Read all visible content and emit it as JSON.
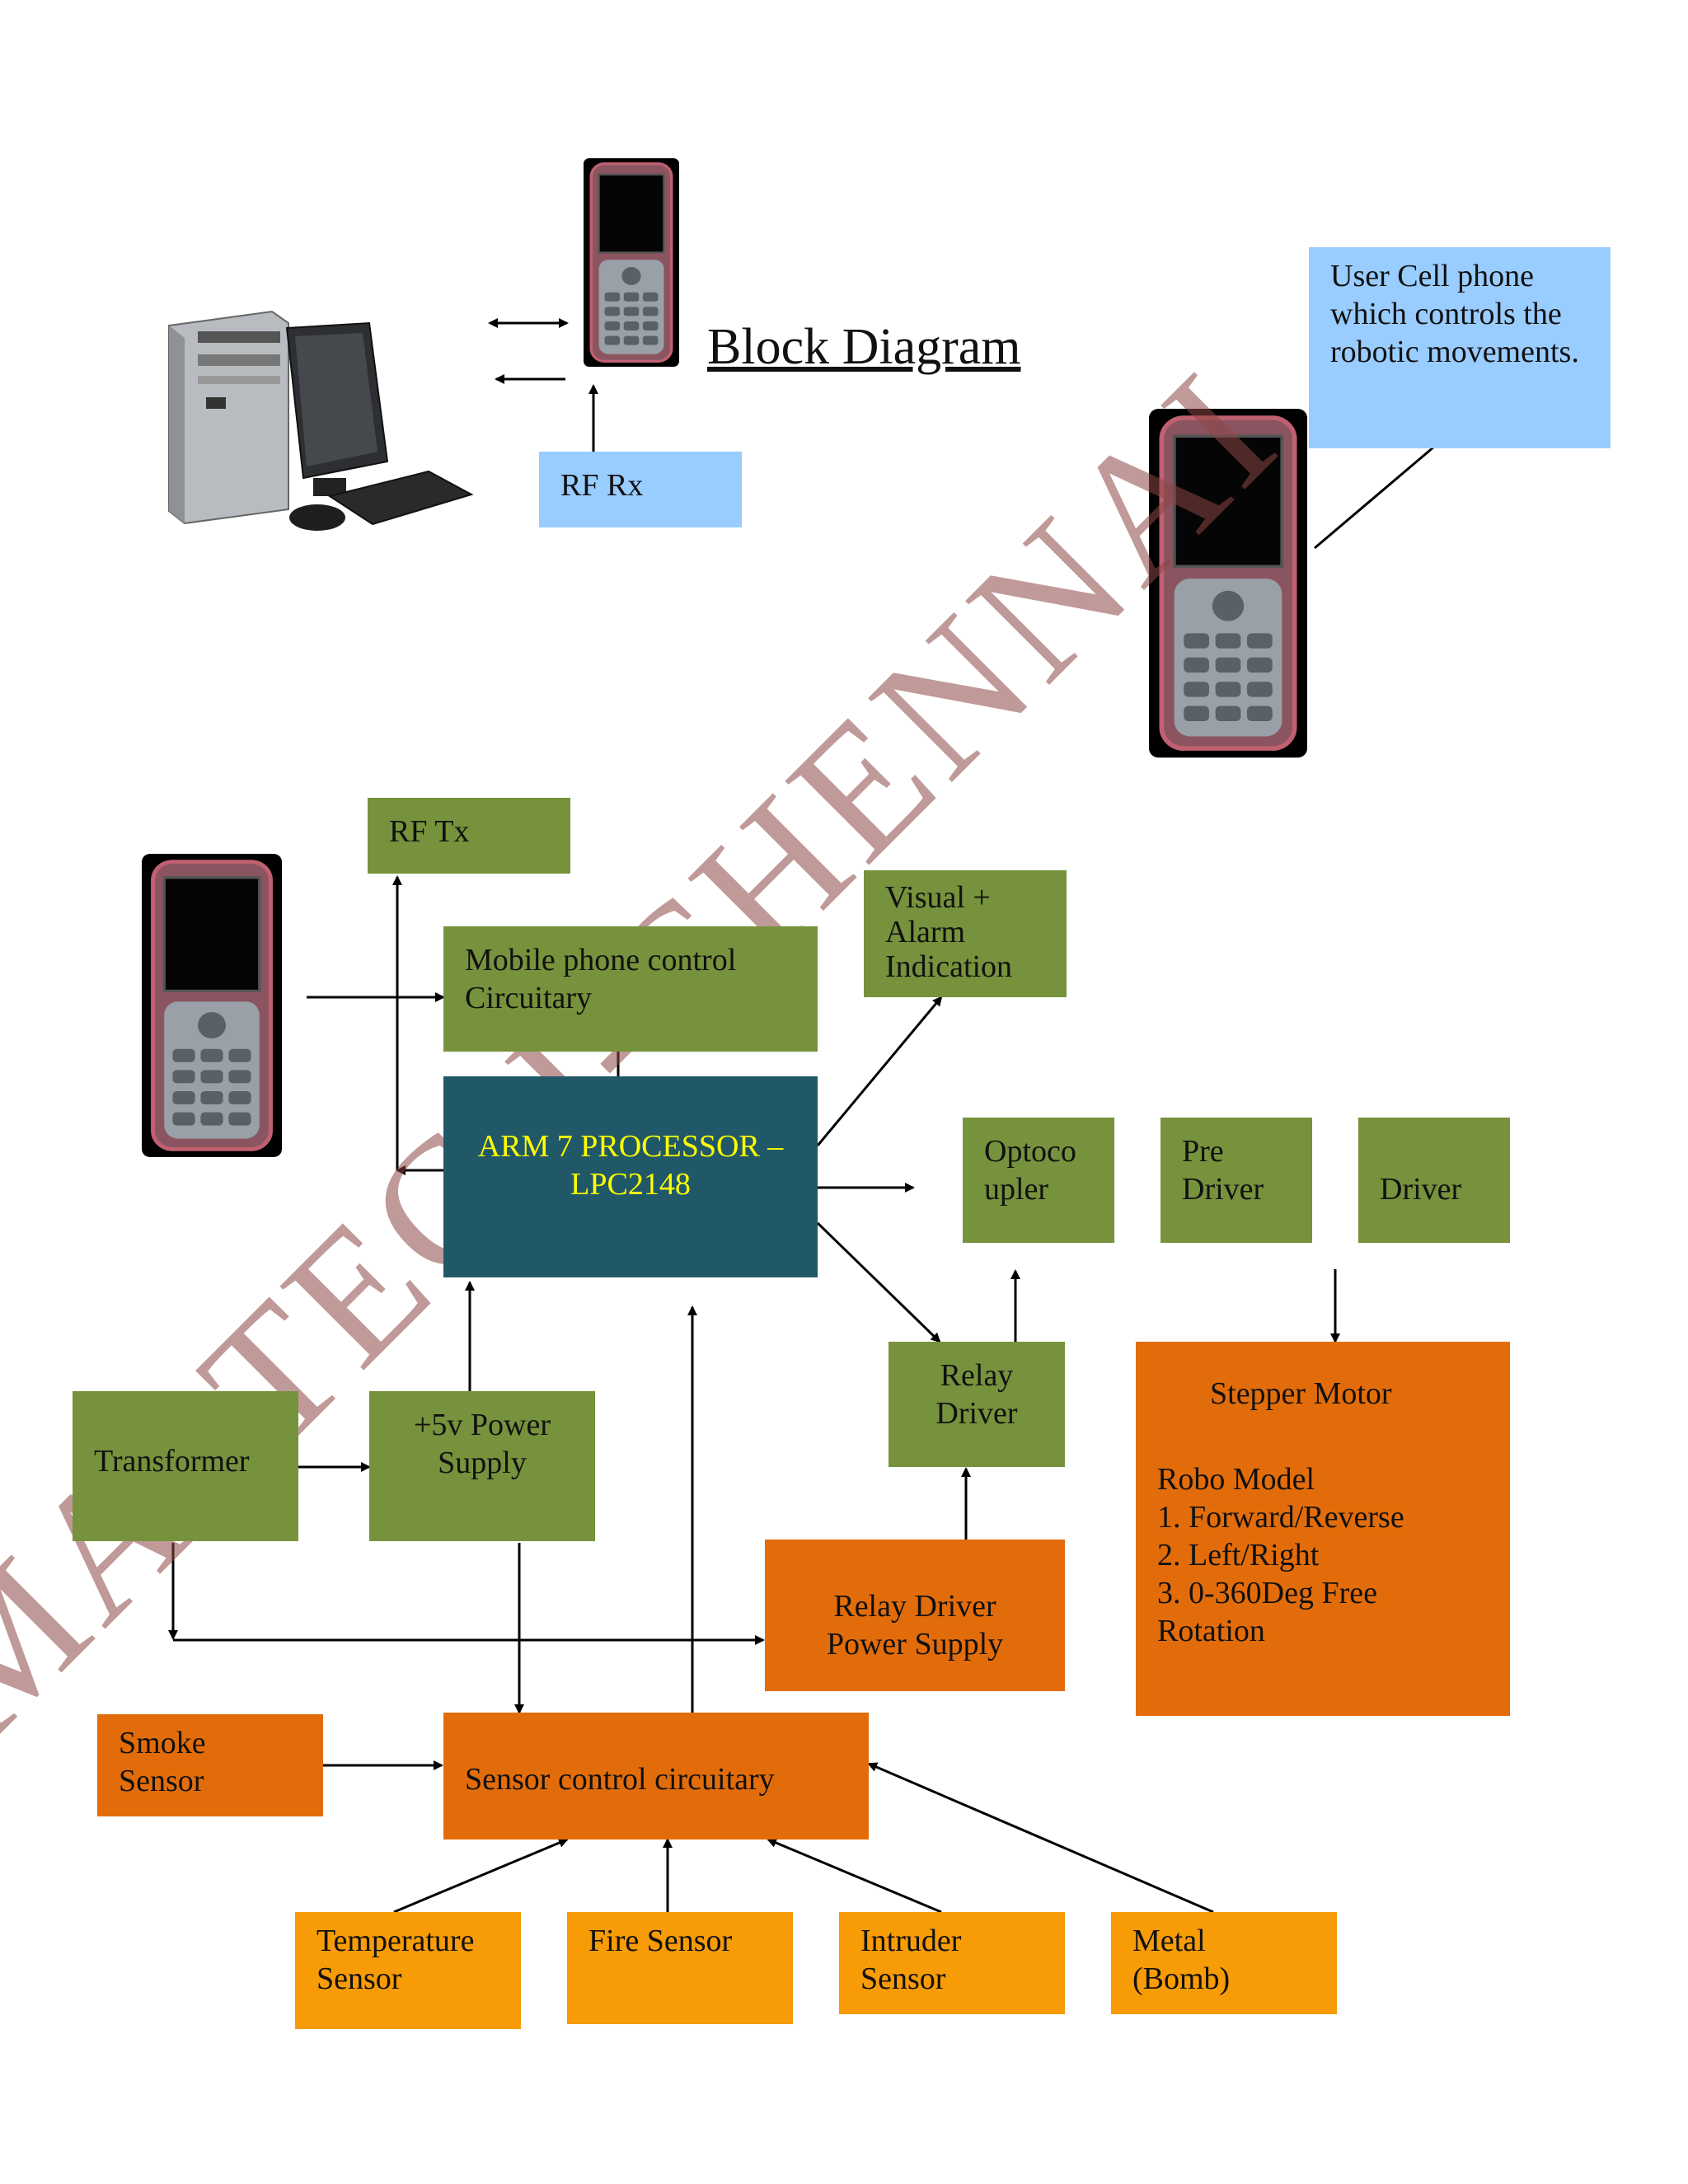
{
  "title": "Block Diagram",
  "watermark": "MASTECH-CHENNAI",
  "blocks": {
    "rf_rx": "RF Rx",
    "user_cell": "User Cell phone which controls the robotic movements.",
    "rf_tx": "RF Tx",
    "mobile_control": "Mobile phone control Circuitary",
    "visual_alarm": "Visual +\nAlarm\nIndication",
    "arm_processor": "ARM 7 PROCESSOR –\nLPC2148",
    "optocoupler": "Optoco\nupler",
    "pre_driver": "Pre\nDriver",
    "driver": "Driver",
    "relay_driver": "Relay\nDriver",
    "transformer": "Transformer",
    "power_supply": "+5v Power\nSupply",
    "relay_power": "Relay Driver\nPower Supply",
    "stepper_motor": "Stepper Motor",
    "robo_model": "Robo Model\n1. Forward/Reverse\n2. Left/Right\n3. 0-360Deg Free\nRotation",
    "smoke_sensor": "Smoke\nSensor",
    "sensor_control": "Sensor control circuitary",
    "temperature_sensor": "Temperature\nSensor",
    "fire_sensor": "Fire Sensor",
    "intruder_sensor": "Intruder\nSensor",
    "metal_bomb": "Metal\n(Bomb)"
  }
}
